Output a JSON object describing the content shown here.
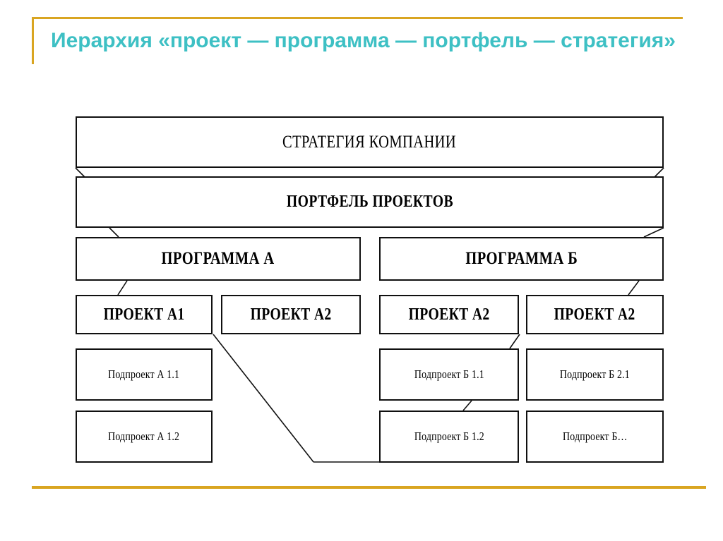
{
  "slide": {
    "title": "Иерархия «проект — программа — портфель — стратегия»",
    "accent_color": "#3ec0c4",
    "rule_color": "#d9a521",
    "background": "#ffffff"
  },
  "diagram": {
    "levels": {
      "strategy": {
        "label": "СТРАТЕГИЯ КОМПАНИИ"
      },
      "portfolio": {
        "label": "ПОРТФЕЛЬ ПРОЕКТОВ"
      },
      "programs": [
        {
          "label": "ПРОГРАММА А"
        },
        {
          "label": "ПРОГРАММА Б"
        }
      ],
      "projects": [
        {
          "label": "ПРОЕКТ А1"
        },
        {
          "label": "ПРОЕКТ А2"
        },
        {
          "label": "ПРОЕКТ А2"
        },
        {
          "label": "ПРОЕКТ А2"
        }
      ],
      "subprojects_row1": [
        {
          "label": "Подпроект А 1.1"
        },
        {
          "label": "Подпроект Б 1.1"
        },
        {
          "label": "Подпроект Б 2.1"
        }
      ],
      "subprojects_row2": [
        {
          "label": "Подпроект А 1.2"
        },
        {
          "label": "Подпроект Б 1.2"
        },
        {
          "label": "Подпроект Б…"
        }
      ]
    },
    "box_border_color": "#101010",
    "box_fill": "#ffffff"
  }
}
